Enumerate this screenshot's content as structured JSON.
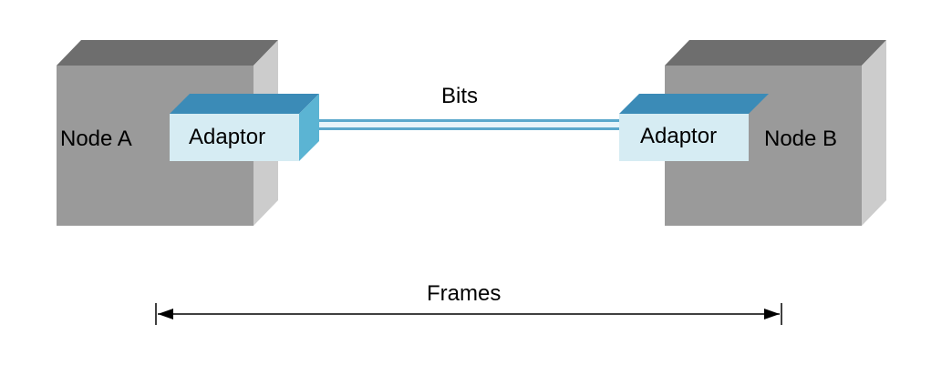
{
  "nodes": [
    {
      "label": "Node A"
    },
    {
      "label": "Node B"
    }
  ],
  "adaptors": [
    {
      "label": "Adaptor"
    },
    {
      "label": "Adaptor"
    }
  ],
  "link": {
    "label": "Bits"
  },
  "span": {
    "label": "Frames"
  },
  "colors": {
    "node_front": "#9a9a9a",
    "node_top": "#6e6e6e",
    "node_side": "#cccccc",
    "adaptor_front": "#d6ecf3",
    "adaptor_top": "#3b8bb7",
    "adaptor_side": "#5bb4d3",
    "wire_core": "#e6f4fa",
    "wire_edge": "#5aa8cc",
    "arrow": "#000000"
  }
}
